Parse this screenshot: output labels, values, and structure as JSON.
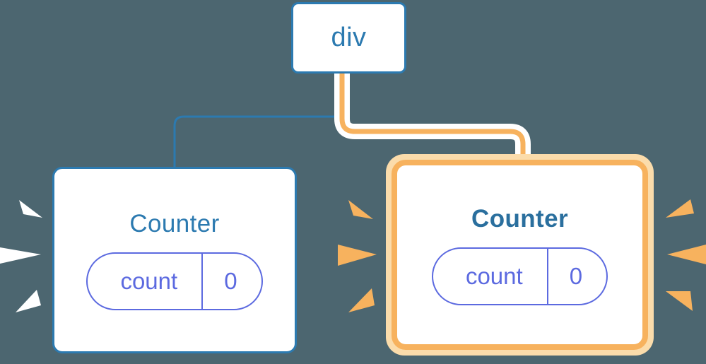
{
  "diagram": {
    "title": "React component tree re-render highlight",
    "background_color": "#4c6670"
  },
  "nodes": {
    "root": {
      "label": "div",
      "border_color": "#2c7ab0",
      "text_color": "#2c7ab0"
    },
    "counter_left": {
      "label": "Counter",
      "highlighted": "false",
      "border_color": "#2c7ab0",
      "text_color": "#2c7ab0",
      "state": {
        "key": "count",
        "value": "0",
        "color": "#5c6ae0"
      }
    },
    "counter_right": {
      "label": "Counter",
      "highlighted": "true",
      "border_color": "#f7b25e",
      "glow_color": "#fbdcab",
      "text_color": "#2a6f9e",
      "state": {
        "key": "count",
        "value": "0",
        "color": "#5c6ae0"
      }
    }
  },
  "edges": {
    "left_edge": {
      "from": "div",
      "to": "Counter (left)",
      "color": "#2c7ab0",
      "highlighted": "false"
    },
    "right_edge": {
      "from": "div",
      "to": "Counter (right)",
      "color": "#f7b25e",
      "halo_color": "#ffffff",
      "highlighted": "true"
    }
  },
  "sparks": {
    "left_burst": {
      "color": "#ffffff",
      "count": "3"
    },
    "middle_burst": {
      "color": "#f7b25e",
      "count": "3"
    },
    "right_burst": {
      "color": "#f7b25e",
      "count": "3"
    }
  }
}
